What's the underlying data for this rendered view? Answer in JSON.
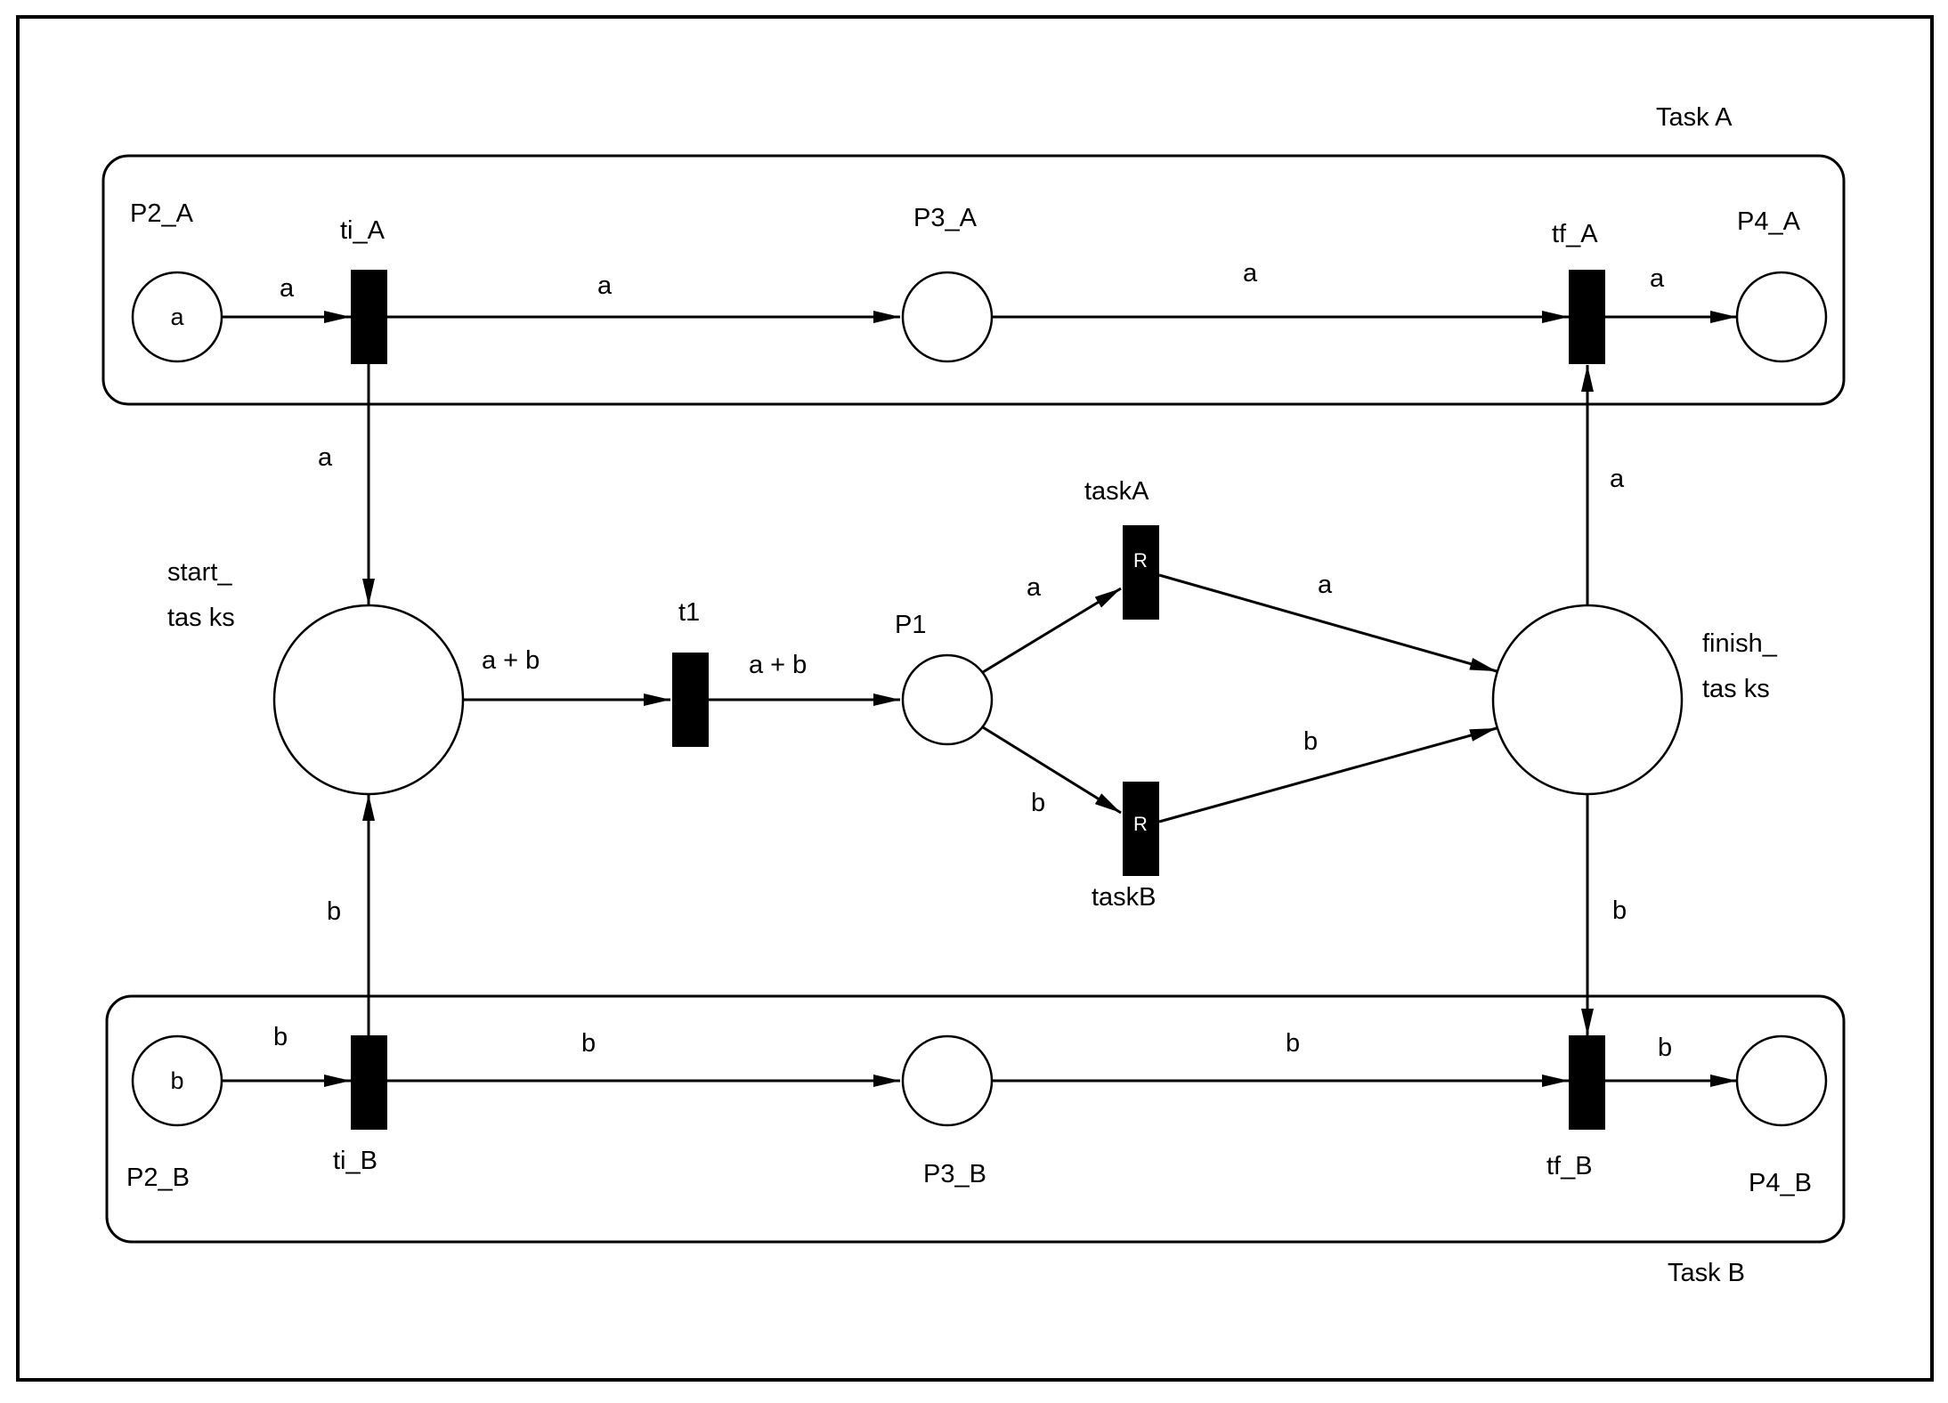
{
  "pools": [
    {
      "id": "taskA",
      "label": "Task A"
    },
    {
      "id": "taskB",
      "label": "Task B"
    }
  ],
  "places": [
    {
      "id": "p2a",
      "label": "P2_A",
      "token": "a"
    },
    {
      "id": "p3a",
      "label": "P3_A",
      "token": ""
    },
    {
      "id": "p4a",
      "label": "P4_A",
      "token": ""
    },
    {
      "id": "start",
      "label_line1": "start_",
      "label_line2": "tas ks"
    },
    {
      "id": "p1",
      "label": "P1"
    },
    {
      "id": "finish",
      "label_line1": "finish_",
      "label_line2": "tas ks"
    },
    {
      "id": "p2b",
      "label": "P2_B",
      "token": "b"
    },
    {
      "id": "p3b",
      "label": "P3_B",
      "token": ""
    },
    {
      "id": "p4b",
      "label": "P4_B",
      "token": ""
    }
  ],
  "transitions": [
    {
      "id": "tia",
      "label": "ti_A"
    },
    {
      "id": "tfa",
      "label": "tf_A"
    },
    {
      "id": "t1",
      "label": "t1"
    },
    {
      "id": "taskA",
      "label": "taskA",
      "marker": "R"
    },
    {
      "id": "taskB",
      "label": "taskB",
      "marker": "R"
    },
    {
      "id": "tib",
      "label": "ti_B"
    },
    {
      "id": "tfb",
      "label": "tf_B"
    }
  ],
  "arcs": [
    {
      "id": "p2a-tia",
      "label": "a"
    },
    {
      "id": "tia-p3a",
      "label": "a"
    },
    {
      "id": "p3a-tfa",
      "label": "a"
    },
    {
      "id": "tfa-p4a",
      "label": "a"
    },
    {
      "id": "tia-start",
      "label": "a"
    },
    {
      "id": "start-t1",
      "label": "a + b"
    },
    {
      "id": "t1-p1",
      "label": "a + b"
    },
    {
      "id": "p1-taskA",
      "label": "a"
    },
    {
      "id": "p1-taskB",
      "label": "b"
    },
    {
      "id": "taskA-finish",
      "label": "a"
    },
    {
      "id": "taskB-finish",
      "label": "b"
    },
    {
      "id": "finish-tfa",
      "label": "a"
    },
    {
      "id": "finish-tfb",
      "label": "b"
    },
    {
      "id": "tib-start",
      "label": "b"
    },
    {
      "id": "p2b-tib",
      "label": "b"
    },
    {
      "id": "tib-p3b",
      "label": "b"
    },
    {
      "id": "p3b-tfb",
      "label": "b"
    },
    {
      "id": "tfb-p4b",
      "label": "b"
    }
  ]
}
